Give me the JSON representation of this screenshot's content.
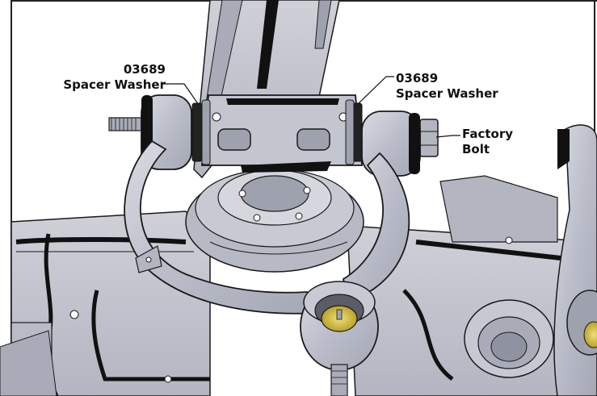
{
  "callouts": {
    "left_washer": {
      "part_number": "03689",
      "name": "Spacer Washer"
    },
    "right_washer": {
      "part_number": "03689",
      "name": "Spacer Washer"
    },
    "factory_bolt": {
      "line1": "Factory",
      "line2": "Bolt"
    }
  },
  "colors": {
    "metal_fill": "#c4c6d0",
    "metal_dark": "#a9acb8",
    "metal_light": "#dcdde4",
    "outline": "#1a1a1a",
    "gasket": "#111111",
    "cap_yellow": "#d9c43a",
    "background": "#ffffff"
  }
}
